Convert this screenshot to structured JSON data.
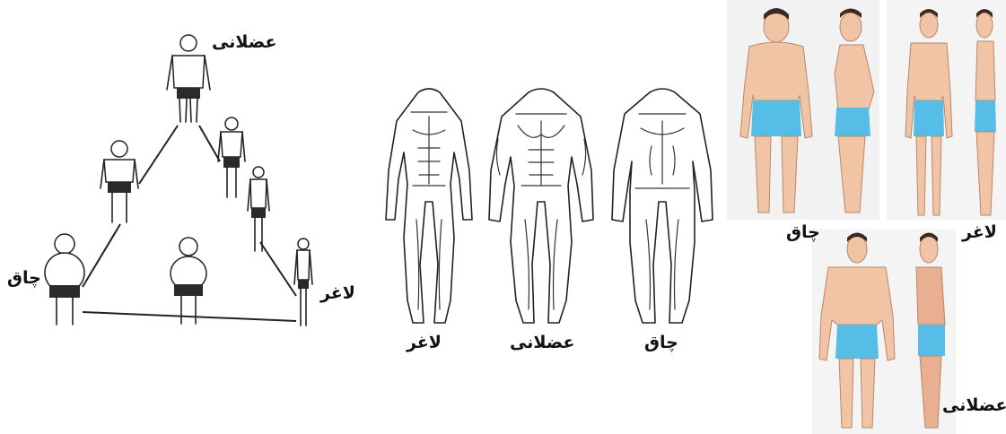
{
  "triangle_panel": {
    "apex_label": "عضلانی",
    "left_label": "چاق",
    "right_label": "لاغر"
  },
  "outline_panel": {
    "labels": [
      "لاغر",
      "عضلانی",
      "چاق"
    ]
  },
  "photo_panel": {
    "fat_label": "چاق",
    "thin_label": "لاغر",
    "muscular_label": "عضلانی"
  },
  "colors": {
    "skin": "#f0c4a4",
    "shorts": "#55bde6",
    "hair": "#3a2a22",
    "ink": "#222222",
    "photo_bg": "#ececec"
  }
}
